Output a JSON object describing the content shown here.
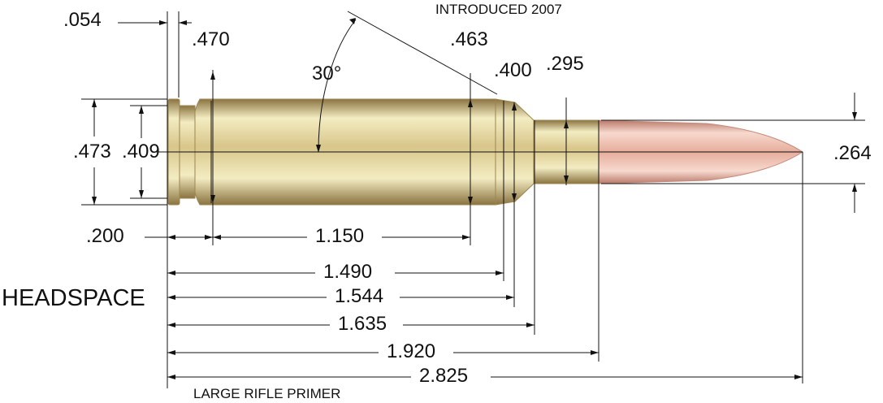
{
  "header": {
    "introduced": "INTRODUCED 2007"
  },
  "labels": {
    "rim_thickness": ".054",
    "rim_diameter": ".470",
    "shoulder_angle": "30°",
    "shoulder_diameter": ".463",
    "neck_base_diameter": ".400",
    "neck_diameter": ".295",
    "base_diameter": ".473",
    "extractor_groove_diameter": ".409",
    "bullet_diameter": ".264",
    "extractor_to_body": ".200",
    "body_length": "1.150",
    "shoulder_start": "1.490",
    "headspace_value": "1.544",
    "neck_start": "1.635",
    "case_length": "1.920",
    "overall_length": "2.825",
    "headspace_label": "HEADSPACE",
    "primer": "LARGE RIFLE PRIMER"
  },
  "colors": {
    "brass_light": "#f3ecc2",
    "brass_mid": "#d8c68a",
    "brass_dark": "#8a7340",
    "copper_light": "#f7d9ce",
    "copper_mid": "#e6ad9c",
    "copper_dark": "#b9796a",
    "line": "#111111"
  }
}
